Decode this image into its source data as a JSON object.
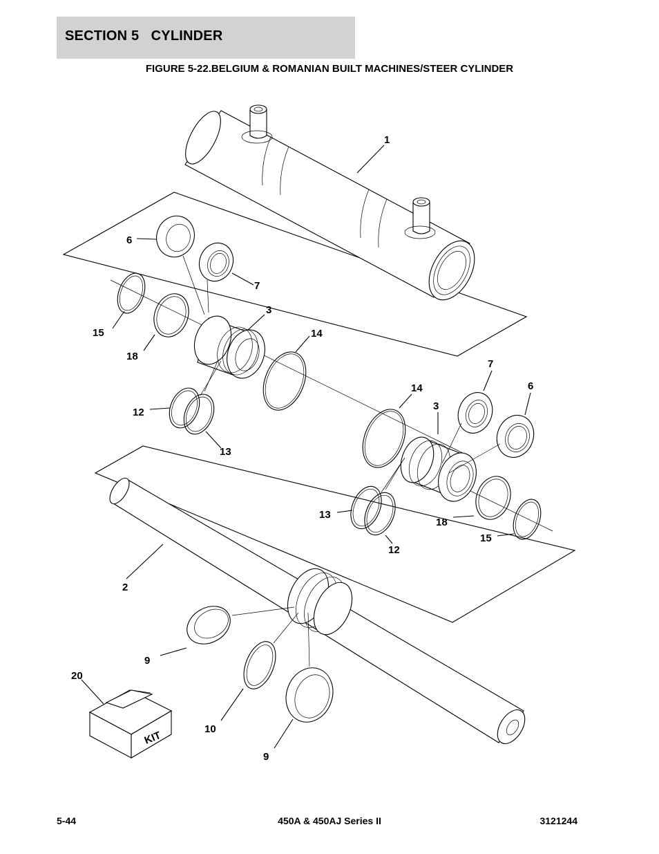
{
  "header": {
    "section_title": "SECTION 5   CYLINDER"
  },
  "figure": {
    "title": "FIGURE 5-22.BELGIUM & ROMANIAN BUILT MACHINES/STEER CYLINDER",
    "callouts": {
      "c1": "1",
      "c2": "2",
      "c3a": "3",
      "c3b": "3",
      "c6a": "6",
      "c6b": "6",
      "c7a": "7",
      "c7b": "7",
      "c9a": "9",
      "c9b": "9",
      "c10": "10",
      "c12a": "12",
      "c12b": "12",
      "c13a": "13",
      "c13b": "13",
      "c14a": "14",
      "c14b": "14",
      "c15a": "15",
      "c15b": "15",
      "c18a": "18",
      "c18b": "18",
      "c20": "20"
    },
    "kit_label": "KIT"
  },
  "footer": {
    "page": "5-44",
    "model": "450A & 450AJ Series II",
    "doc_number": "3121244"
  }
}
